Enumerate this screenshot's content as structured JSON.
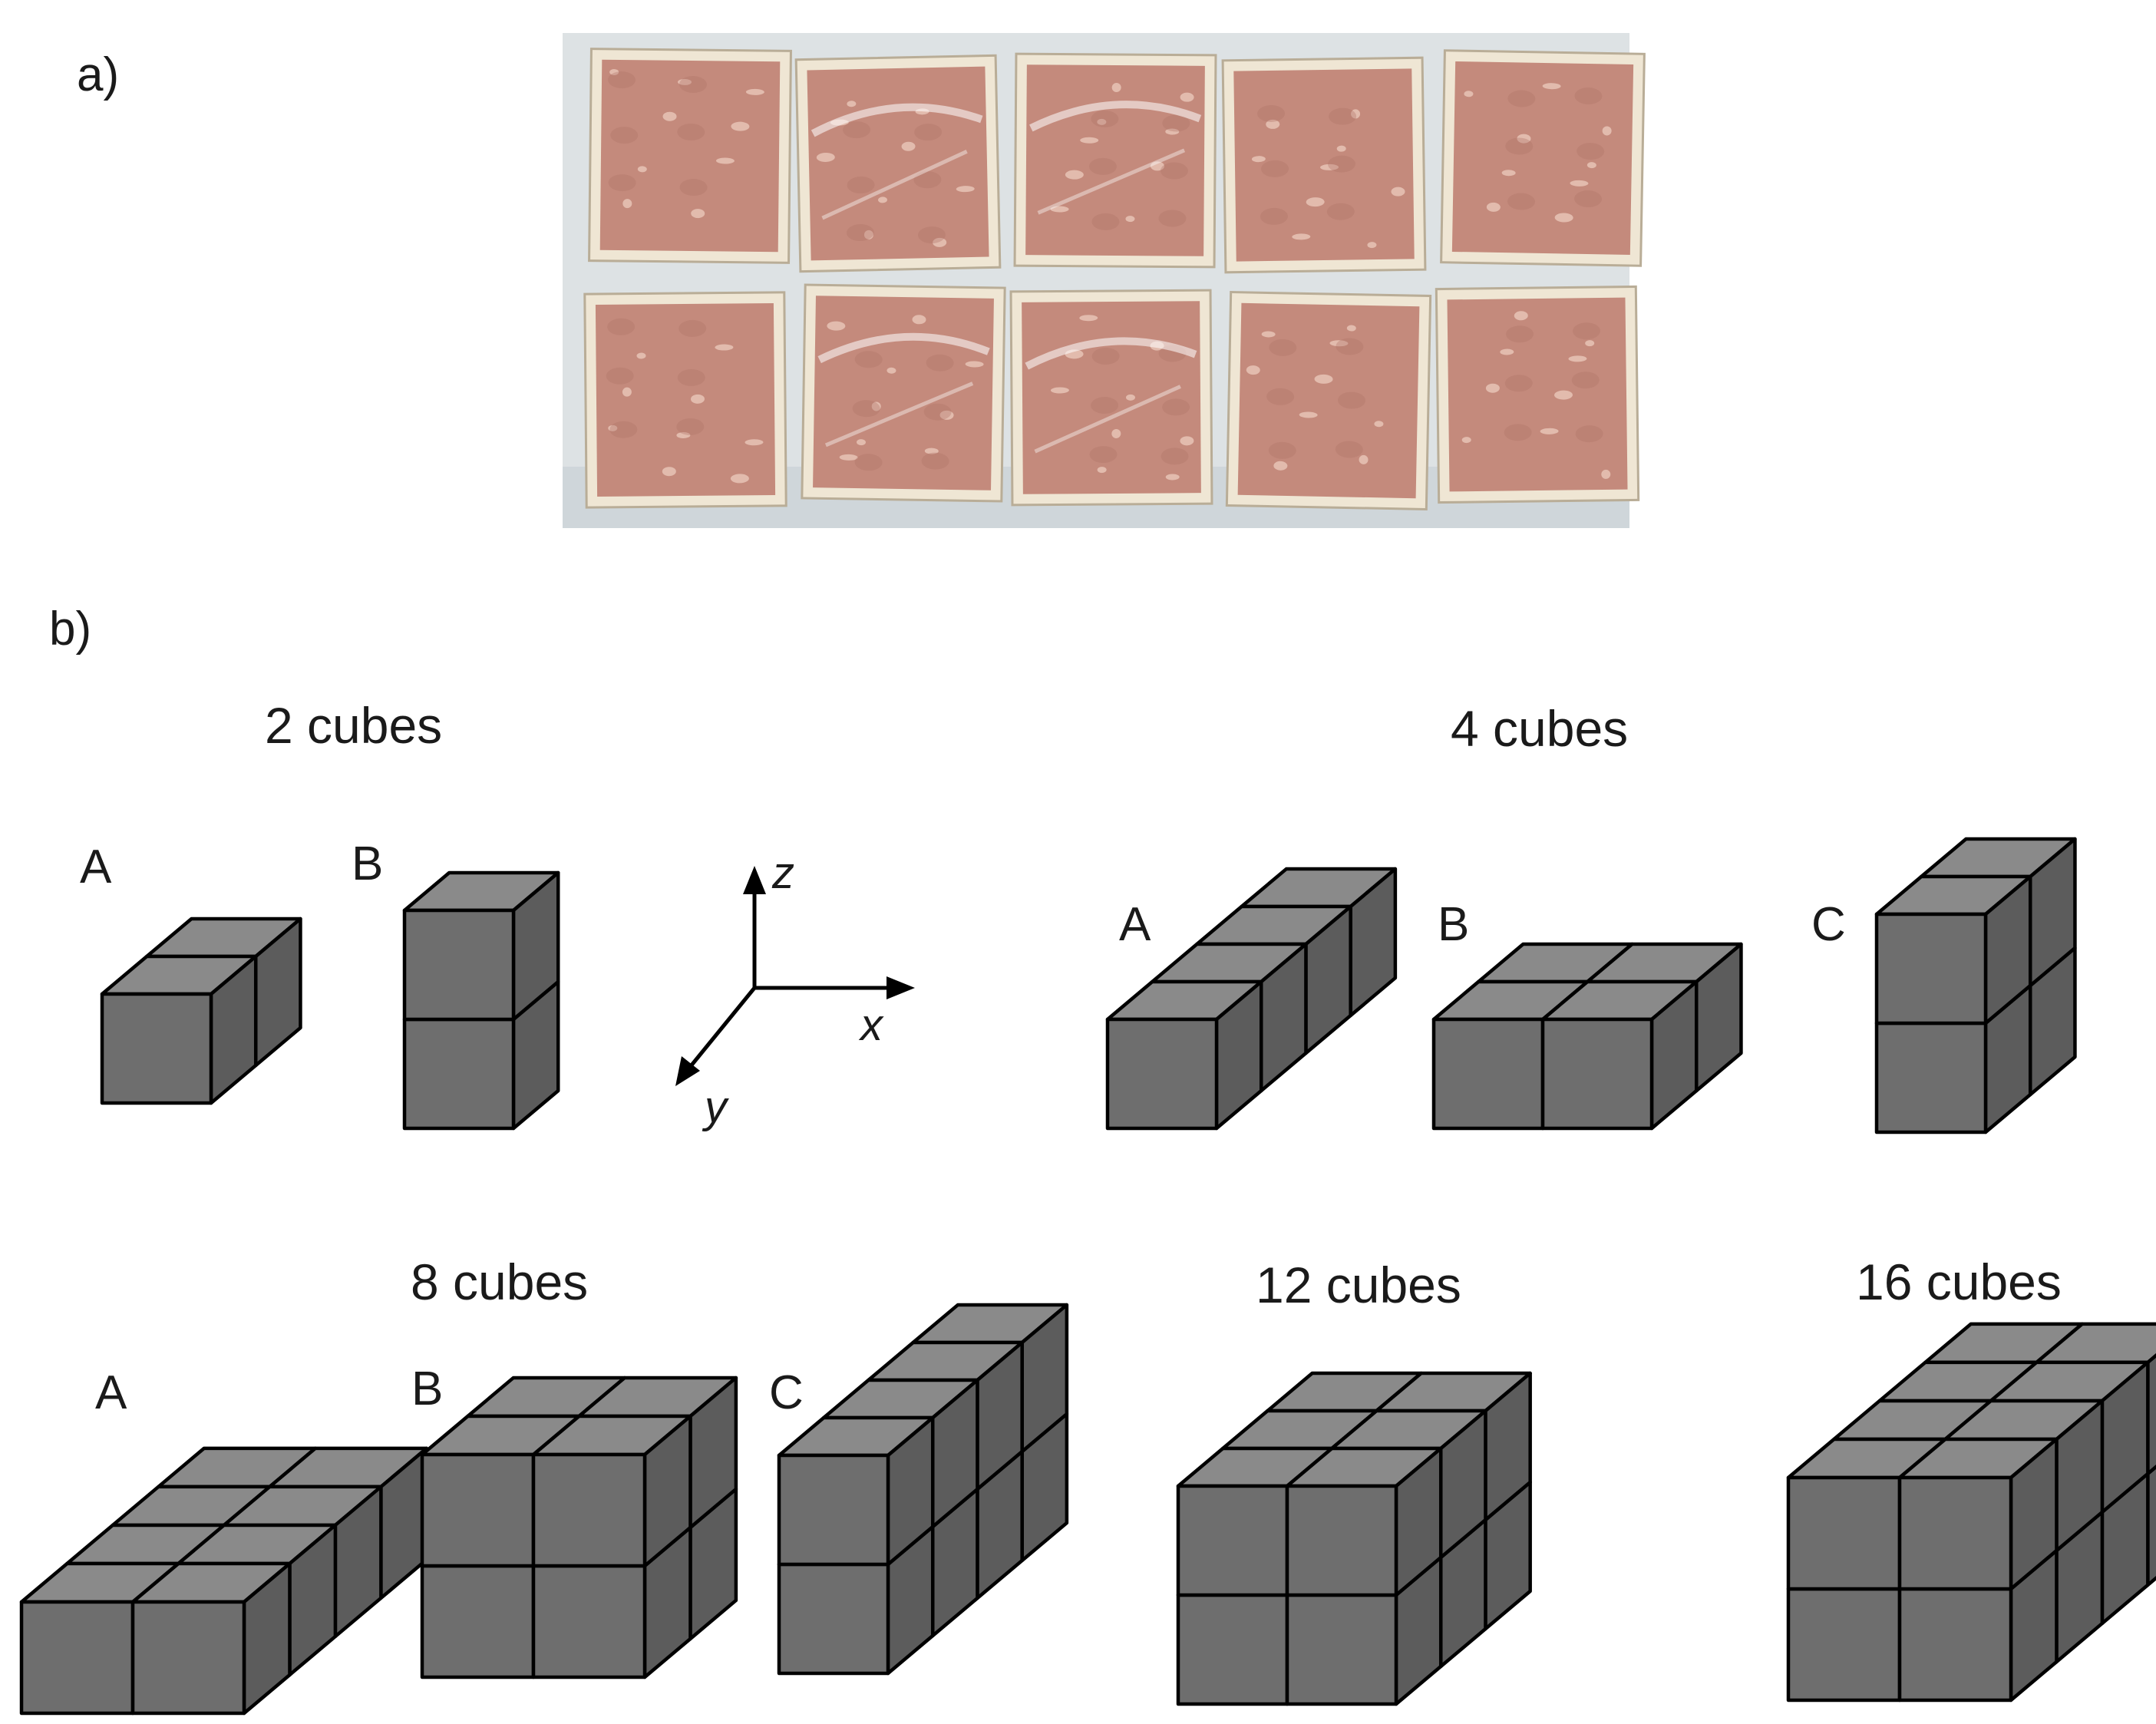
{
  "panels": {
    "a": {
      "label": "a)"
    },
    "b": {
      "label": "b)"
    }
  },
  "axes": {
    "x": "x",
    "y": "y",
    "z": "z"
  },
  "groups": [
    {
      "title": "2 cubes",
      "configs": [
        {
          "label": "A",
          "nx": 1,
          "ny": 2,
          "nz": 1
        },
        {
          "label": "B",
          "nx": 1,
          "ny": 1,
          "nz": 2
        }
      ]
    },
    {
      "title": "4 cubes",
      "configs": [
        {
          "label": "A",
          "nx": 1,
          "ny": 4,
          "nz": 1
        },
        {
          "label": "B",
          "nx": 2,
          "ny": 2,
          "nz": 1
        },
        {
          "label": "C",
          "nx": 1,
          "ny": 2,
          "nz": 2
        }
      ]
    },
    {
      "title": "8 cubes",
      "configs": [
        {
          "label": "A",
          "nx": 2,
          "ny": 4,
          "nz": 1
        },
        {
          "label": "B",
          "nx": 2,
          "ny": 2,
          "nz": 2
        },
        {
          "label": "C",
          "nx": 1,
          "ny": 4,
          "nz": 2
        }
      ]
    },
    {
      "title": "12 cubes",
      "configs": [
        {
          "label": "",
          "nx": 2,
          "ny": 3,
          "nz": 2
        }
      ]
    },
    {
      "title": "16 cubes",
      "configs": [
        {
          "label": "",
          "nx": 2,
          "ny": 4,
          "nz": 2
        }
      ]
    }
  ],
  "colors": {
    "cube_front": "#6e6e6e",
    "cube_side": "#5c5c5c",
    "cube_top": "#8a8a8a",
    "edge": "#000000",
    "sample_meat": "#c48a7c",
    "sample_frame": "#efe6d4",
    "tray": "#dde2e4"
  }
}
